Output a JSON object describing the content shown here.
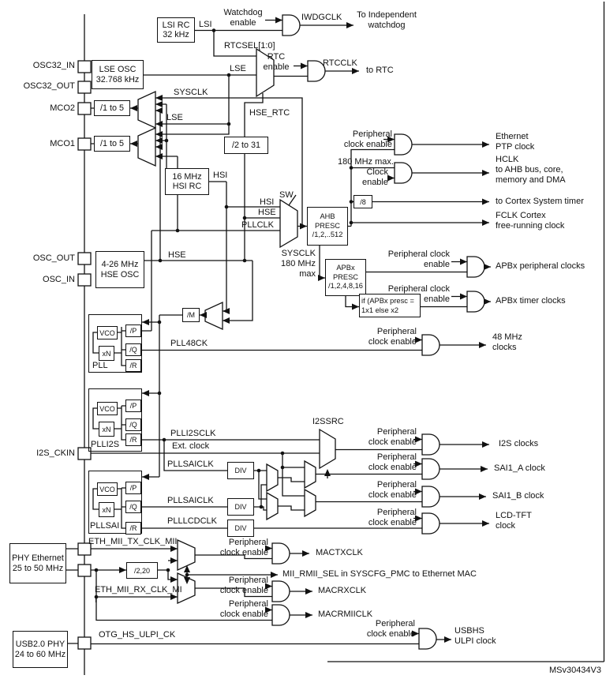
{
  "figure_code": "MSv30434V3",
  "pins": {
    "osc32_in": "OSC32_IN",
    "osc32_out": "OSC32_OUT",
    "mco2": "MCO2",
    "mco1": "MCO1",
    "osc_out": "OSC_OUT",
    "osc_in": "OSC_IN",
    "i2s_ckin": "I2S_CKIN"
  },
  "boxes": {
    "lsi_rc": "LSI RC\n32 kHz",
    "lse_osc": "LSE OSC\n32.768 kHz",
    "mco_div": "/1 to 5",
    "rtc_div": "/2 to 31",
    "hsi_rc": "16 MHz\nHSI RC",
    "hse_osc": "4-26 MHz\nHSE OSC",
    "m_div": "/M",
    "div8": "/8",
    "ahb_presc": "AHB\nPRESC\n/1,2,..512",
    "apbx_presc": "APBx\nPRESC\n/1,2,4,8,16",
    "apbx_timer_rule": "if (APBx presc =\n1x1 else x2",
    "div": "DIV",
    "eth_div": "/2,20",
    "phy_eth": "PHY Ethernet\n25 to 50 MHz",
    "usb_phy": "USB2.0 PHY\n24 to 60 MHz"
  },
  "pll": {
    "vco": "VCO",
    "xn": "xN",
    "p": "/P",
    "q": "/Q",
    "r": "/R",
    "pll": "PLL",
    "plli2s": "PLLI2S",
    "pllsai": "PLLSAI"
  },
  "signals": {
    "lsi": "LSI",
    "lse": "LSE",
    "sysclk": "SYSCLK",
    "rtcsel": "RTCSEL[1:0]",
    "hse_rtc": "HSE_RTC",
    "hsi": "HSI",
    "hse": "HSE",
    "sw": "SW",
    "pllclk": "PLLCLK",
    "sysclk_max": "SYSCLK\n180 MHz\nmax",
    "max_180": "180 MHz max.",
    "pll48ck": "PLL48CK",
    "plli2sclk": "PLLI2SCLK",
    "ext_clock": "Ext. clock",
    "i2ssrc": "I2SSRC",
    "pllsaiclk": "PLLSAICLK",
    "plllcdclk": "PLLLCDCLK",
    "eth_tx": "ETH_MII_TX_CLK_MII",
    "eth_rx": "ETH_MII_RX_CLK_MI\nI",
    "mii_rmii_sel": "MII_RMII_SEL in SYSCFG_PMC to Ethernet MAC",
    "otg": "OTG_HS_ULPI_CK"
  },
  "enables": {
    "watchdog": "Watchdog\nenable",
    "rtc": "RTC\nenable",
    "clock": "Clock\nenable",
    "peripheral": "Peripheral\nclock enable",
    "peripheral_b": "Peripheral clock\nenable"
  },
  "outputs": {
    "iwdgclk": "IWDGCLK",
    "to_iwdg": "To Independent\nwatchdog",
    "rtcclk": "RTCCLK",
    "to_rtc": "to RTC",
    "eth_ptp": "Ethernet\nPTP clock",
    "hclk": "HCLK\nto AHB bus, core,\nmemory and DMA",
    "cortex_timer": "to Cortex System timer",
    "fclk": "FCLK Cortex\nfree-running clock",
    "apbx_periph": "APBx peripheral clocks",
    "apbx_timer": "APBx timer clocks",
    "clk48": "48 MHz\nclocks",
    "i2s": "I2S clocks",
    "sai_a": "SAI1_A clock",
    "sai_b": "SAI1_B clock",
    "lcd": "LCD-TFT\nclock",
    "mactx": "MACTXCLK",
    "macrx": "MACRXCLK",
    "macrmii": "MACRMIICLK",
    "usbhs": "USBHS\nULPI clock"
  }
}
